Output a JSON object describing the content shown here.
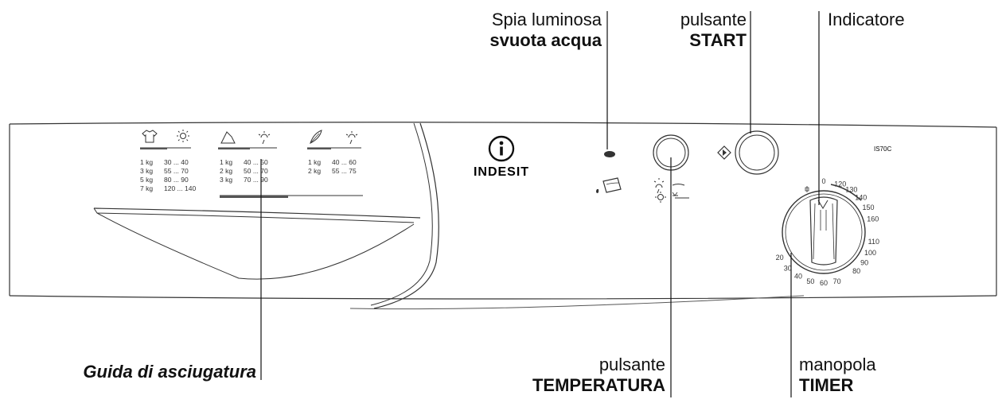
{
  "callouts": {
    "drain_light": {
      "line1": "Spia luminosa",
      "line2": "svuota acqua"
    },
    "start_button": {
      "line1": "pulsante",
      "line2": "START"
    },
    "indicator": {
      "line1": "Indicatore"
    },
    "drying_guide": {
      "line1": "Guida di asciugatura"
    },
    "temperature_button": {
      "line1": "pulsante",
      "line2": "TEMPERATURA"
    },
    "timer_knob": {
      "line1": "manopola",
      "line2": "TIMER"
    }
  },
  "brand": {
    "name": "INDESIT",
    "model": "IS70C"
  },
  "drying_guide_table": {
    "columns": [
      {
        "icon": "shirt-icon",
        "heat": "sun-icon",
        "rows": [
          [
            "1 kg",
            "30 ... 40"
          ],
          [
            "3 kg",
            "55 ... 70"
          ],
          [
            "5 kg",
            "80 ... 90"
          ],
          [
            "7 kg",
            "120 ... 140"
          ]
        ]
      },
      {
        "icon": "fabric-icon",
        "heat": "half-sun-icon",
        "rows": [
          [
            "1 kg",
            "40 ... 50"
          ],
          [
            "2 kg",
            "50 ... 70"
          ],
          [
            "3 kg",
            "70 ... 90"
          ]
        ]
      },
      {
        "icon": "feather-icon",
        "heat": "half-sun-icon",
        "rows": [
          [
            "1 kg",
            "40 ... 60"
          ],
          [
            "2 kg",
            "55 ... 75"
          ]
        ]
      }
    ]
  },
  "timer_dial": {
    "left_numbers": [
      "20",
      "30",
      "40",
      "50",
      "60",
      "70"
    ],
    "right_numbers": [
      "160",
      "150",
      "140",
      "130",
      "120"
    ],
    "bottom_numbers": [
      "80",
      "90",
      "100",
      "110"
    ],
    "top_numbers": [
      "0"
    ]
  }
}
